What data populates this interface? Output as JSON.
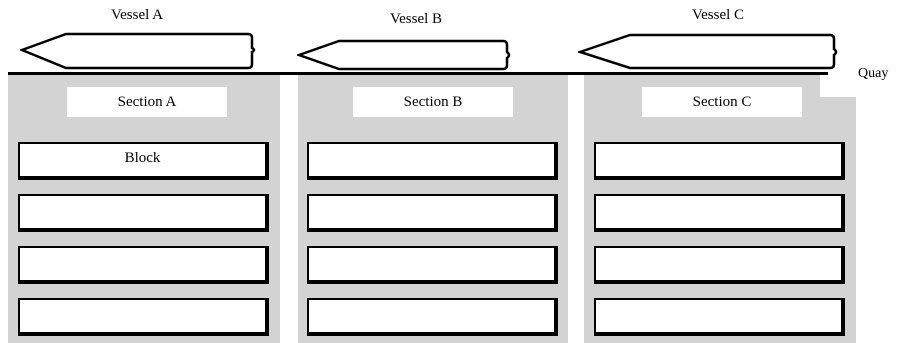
{
  "quay": {
    "label": "Quay"
  },
  "columns": [
    {
      "vessel": "Vessel A",
      "section": "Section A",
      "blocks": [
        "Block",
        "",
        "",
        ""
      ]
    },
    {
      "vessel": "Vessel B",
      "section": "Section B",
      "blocks": [
        "",
        "",
        "",
        ""
      ]
    },
    {
      "vessel": "Vessel C",
      "section": "Section C",
      "blocks": [
        "",
        "",
        "",
        ""
      ]
    }
  ],
  "colors": {
    "section_fill": "#d3d3d3",
    "outline": "#000000",
    "background": "#ffffff"
  }
}
